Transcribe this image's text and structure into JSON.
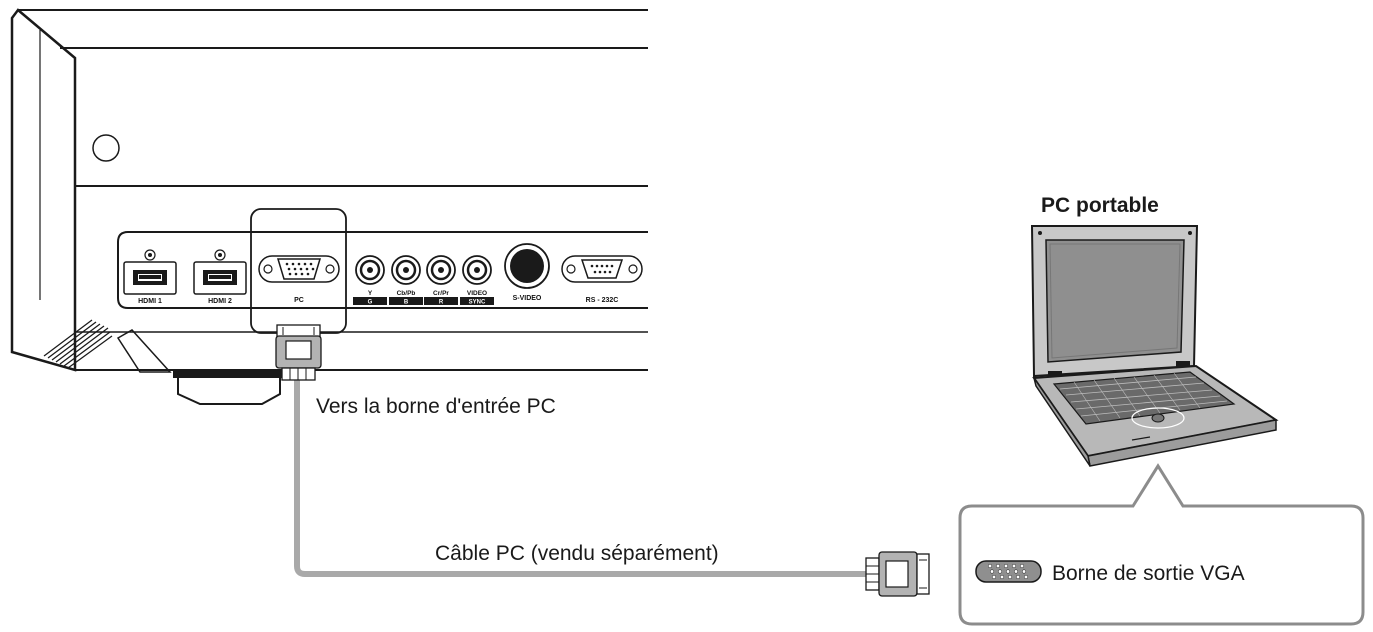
{
  "projector": {
    "ports": {
      "hdmi1": "HDMI 1",
      "hdmi2": "HDMI 2",
      "pc": "PC",
      "y": "Y",
      "g": "G",
      "cb_pb": "Cb/Pb",
      "b": "B",
      "cr_pr": "Cr/Pr",
      "r": "R",
      "video": "VIDEO",
      "sync": "SYNC",
      "svideo": "S-VIDEO",
      "rs232c": "RS - 232C"
    }
  },
  "labels": {
    "pc_input": "Vers la borne d'entrée PC",
    "cable": "Câble PC (vendu séparément)",
    "laptop": "PC portable",
    "vga_output": "Borne de sortie VGA"
  },
  "colors": {
    "cable": "#a9a9a9",
    "outline": "#1a1a1a",
    "callout_border": "#8c8c8c"
  }
}
